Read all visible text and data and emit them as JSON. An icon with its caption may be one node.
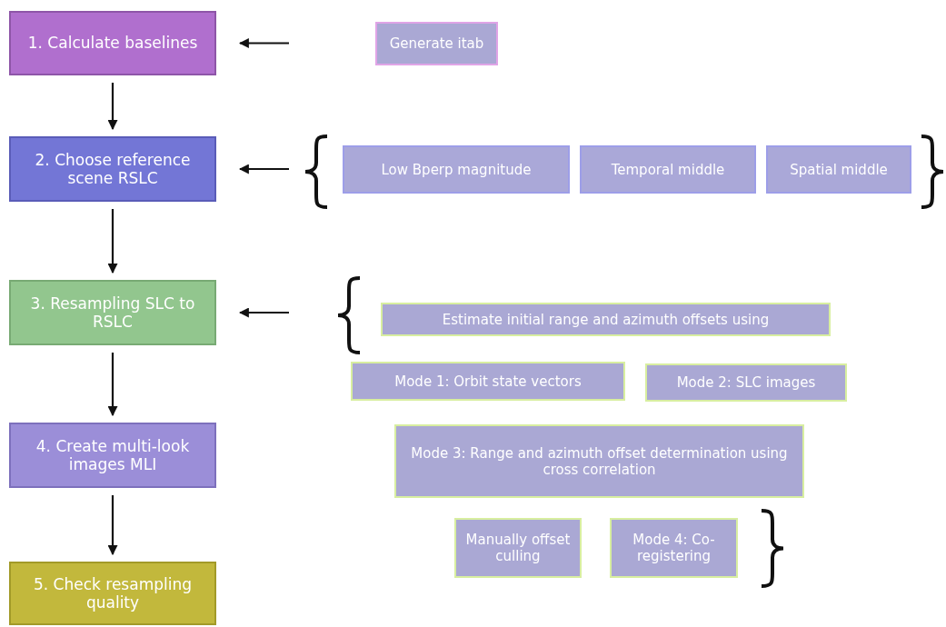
{
  "diagram": {
    "nodes": [
      {
        "text": [
          "1. Calculate baselines"
        ]
      },
      {
        "text": [
          "2. Choose reference scene RSLC"
        ]
      },
      {
        "text": [
          "3. Resampling SLC to RSLC"
        ]
      },
      {
        "text": [
          "4. Create multi-look images MLI"
        ]
      },
      {
        "text": [
          "5. Check resampling quality"
        ]
      },
      {
        "text": [
          "Generate itab"
        ]
      },
      {
        "text": [
          "Low Bperp magnitude"
        ]
      },
      {
        "text": [
          "Temporal middle"
        ]
      },
      {
        "text": [
          "Spatial middle"
        ]
      },
      {
        "text": [
          "Estimate initial range and azimuth offsets using"
        ]
      },
      {
        "text": [
          "Mode 1: Orbit state vectors"
        ]
      },
      {
        "text": [
          "Mode 2: SLC images"
        ]
      },
      {
        "text": [
          "Mode 3: Range and azimuth offset determination using cross correlation"
        ]
      },
      {
        "text": [
          "Manually offset culling"
        ]
      },
      {
        "text": [
          "Mode 4: Co-registering"
        ]
      }
    ],
    "edges": [
      {
        "from": 0,
        "to": 1,
        "arrow": "to"
      },
      {
        "from": 1,
        "to": 2,
        "arrow": "to"
      },
      {
        "from": 2,
        "to": 3,
        "arrow": "to"
      },
      {
        "from": 3,
        "to": 4,
        "arrow": "to"
      },
      {
        "from": null,
        "to": 0,
        "arrow": "to"
      },
      {
        "from": null,
        "to": 1,
        "arrow": "to"
      },
      {
        "from": null,
        "to": 2,
        "arrow": "to"
      }
    ]
  }
}
